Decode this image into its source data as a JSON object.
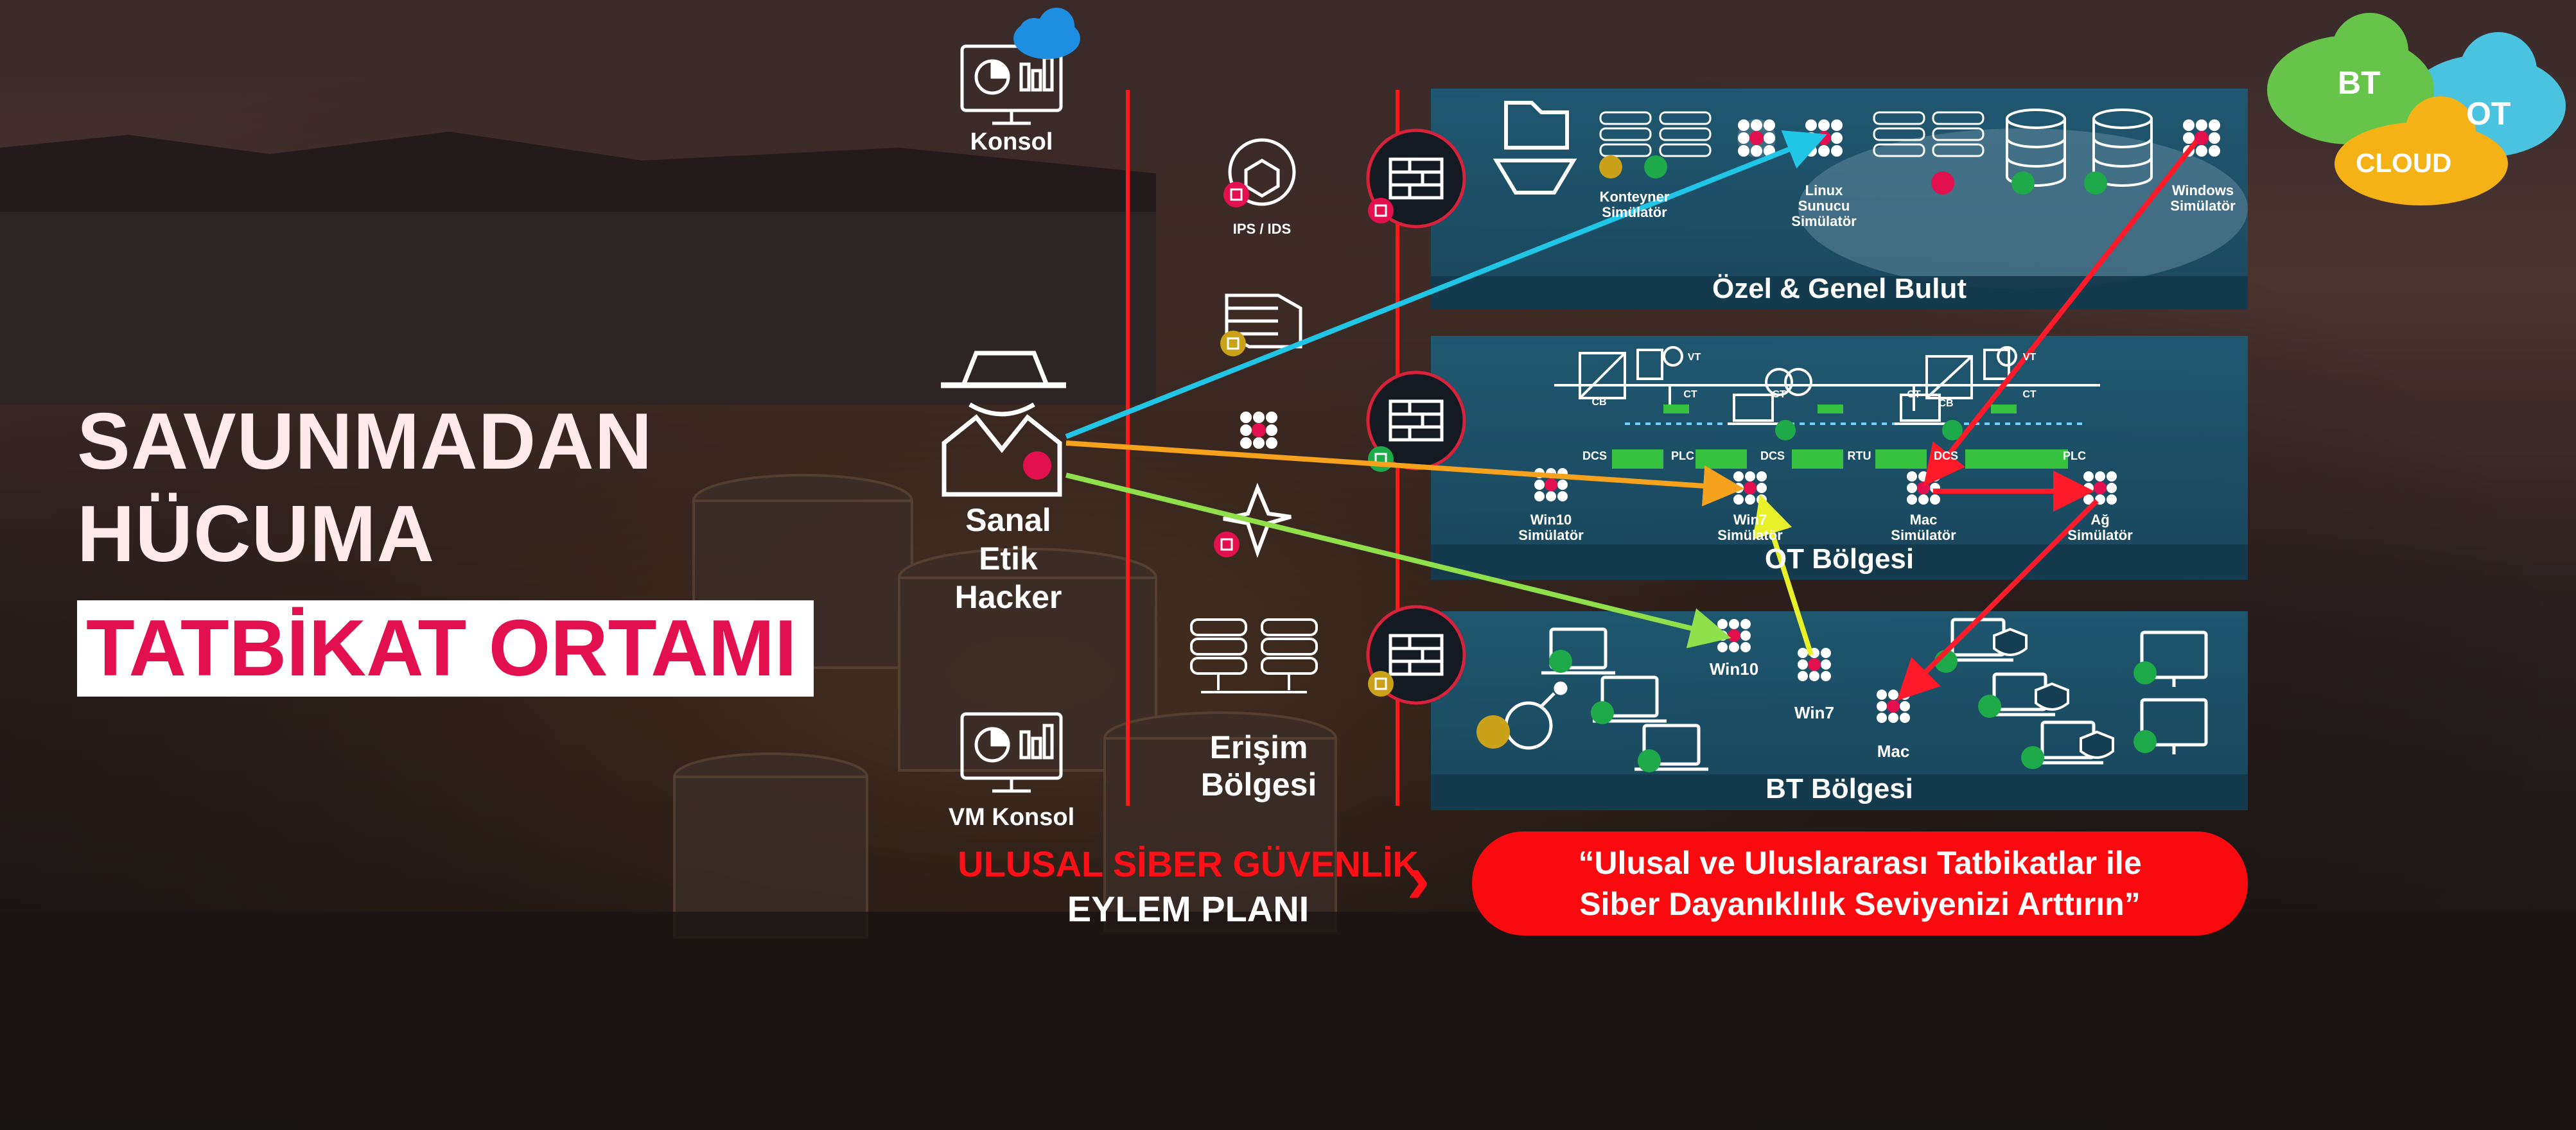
{
  "colors": {
    "accent": "#e2104f",
    "red": "#ff0f17",
    "panel": "#1f5a73",
    "cyan": "#21c6e6",
    "green": "#8fe04a",
    "orange": "#f7a21c",
    "yellow": "#e8f02a",
    "cloud_green": "#66c44a",
    "cloud_blue": "#49c3df",
    "cloud_yellow": "#f4b217"
  },
  "headline": {
    "line1": "SAVUNMADAN",
    "line2": "HÜCUMA",
    "line3": "TATBİKAT ORTAMI"
  },
  "left": {
    "konsol": "Konsol",
    "hacker_l1": "Sanal",
    "hacker_l2": "Etik",
    "hacker_l3": "Hacker",
    "vm_konsol": "VM Konsol"
  },
  "access": {
    "ips_ids": "IPS / IDS",
    "title_l1": "Erişim",
    "title_l2": "Bölgesi"
  },
  "cloud_zone": {
    "title": "Özel & Genel Bulut",
    "konteyner_l1": "Konteyner",
    "konteyner_l2": "Simülatör",
    "linux_l1": "Linux",
    "linux_l2": "Sunucu",
    "linux_l3": "Simülatör",
    "windows_l1": "Windows",
    "windows_l2": "Simülatör"
  },
  "ot_zone": {
    "title": "OT Bölgesi",
    "cb1": "CB",
    "cb2": "CB",
    "vt1": "VT",
    "vt2": "VT",
    "ct1": "CT",
    "ct2": "CT",
    "ct3": "CT",
    "ct4": "CT",
    "dcs1": "DCS",
    "plc1": "PLC",
    "dcs2": "DCS",
    "rtu": "RTU",
    "dcs3": "DCS",
    "plc2": "PLC",
    "win10_l1": "Win10",
    "win10_l2": "Simülatör",
    "win7_l1": "Win7",
    "win7_l2": "Simülatör",
    "mac_l1": "Mac",
    "mac_l2": "Simülatör",
    "ag_l1": "Ağ",
    "ag_l2": "Simülatör"
  },
  "bt_zone": {
    "title": "BT Bölgesi",
    "win10": "Win10",
    "win7": "Win7",
    "mac": "Mac"
  },
  "plan": {
    "line1": "ULUSAL SİBER GÜVENLİK",
    "line2": "EYLEM PLANI"
  },
  "quote": {
    "line1": "“Ulusal ve Uluslararası Tatbikatlar ile",
    "line2": "Siber Dayanıklılık Seviyenizi Arttırın”"
  },
  "clouds": {
    "bt": "BT",
    "ot": "OT",
    "cloud": "CLOUD"
  },
  "icons": [
    "pie-chart-monitor-icon",
    "cloud-icon",
    "hacker-icon",
    "firewall-icon",
    "ips-ids-icon",
    "server-rack-icon",
    "network-switch-icon",
    "folder-hand-icon",
    "database-icon",
    "laptop-icon",
    "monitor-icon",
    "shield-check-icon",
    "bomb-icon",
    "virus-icon",
    "transformer-icon",
    "breaker-icon"
  ]
}
